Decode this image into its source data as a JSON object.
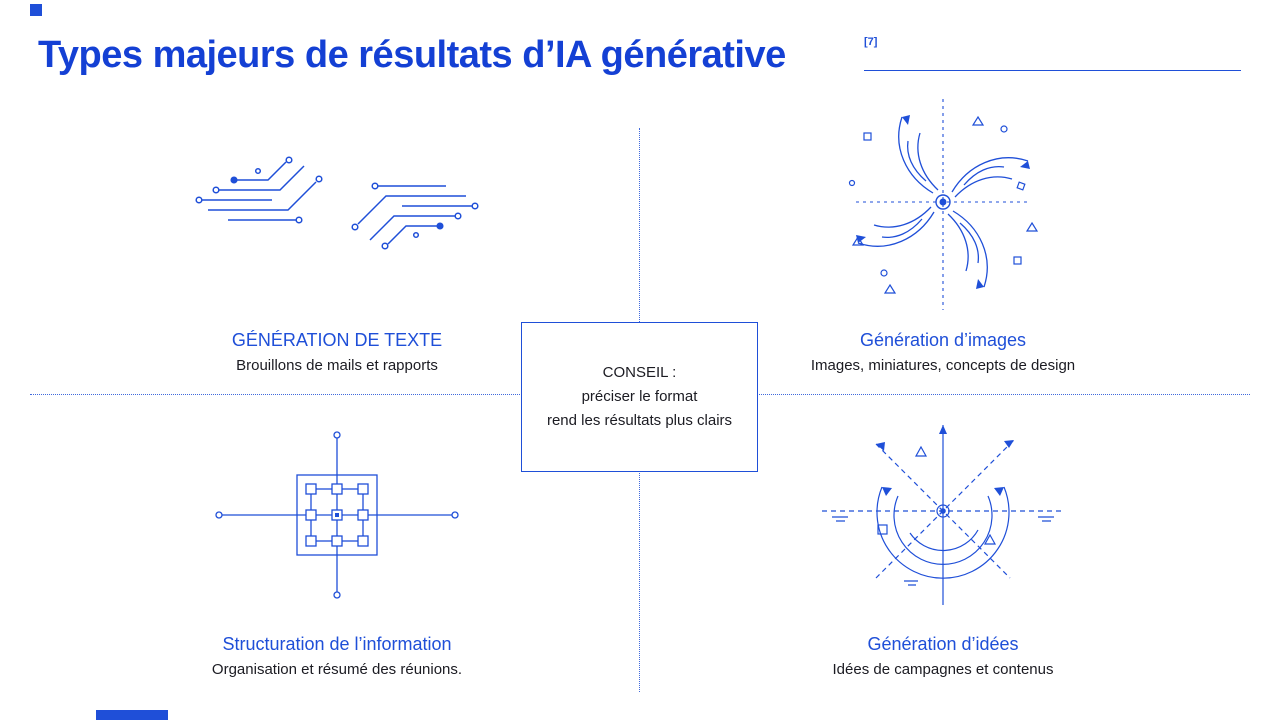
{
  "colors": {
    "accent": "#1f4fd8",
    "title": "#1440d4",
    "text": "#1b1b22",
    "background": "#ffffff"
  },
  "header": {
    "title": "Types majeurs de résultats d’IA générative",
    "reference": "[7]"
  },
  "tip_box": {
    "line1": "CONSEIL :",
    "line2": "préciser le format",
    "line3": "rend les résultats plus clairs"
  },
  "quadrants": {
    "text_generation": {
      "label": "GÉNÉRATION DE TEXTE",
      "description": "Brouillons de mails et rapports",
      "icon": "circuit-lines"
    },
    "image_generation": {
      "label": "Génération d’images",
      "description": "Images, miniatures, concepts de design",
      "icon": "spiral-swirl"
    },
    "information_structuring": {
      "label": "Structuration de l’information",
      "description": "Organisation et résumé des réunions.",
      "icon": "grid-network"
    },
    "idea_generation": {
      "label": "Génération d’idées",
      "description": "Idées de campagnes et contenus",
      "icon": "compass-arcs"
    }
  }
}
